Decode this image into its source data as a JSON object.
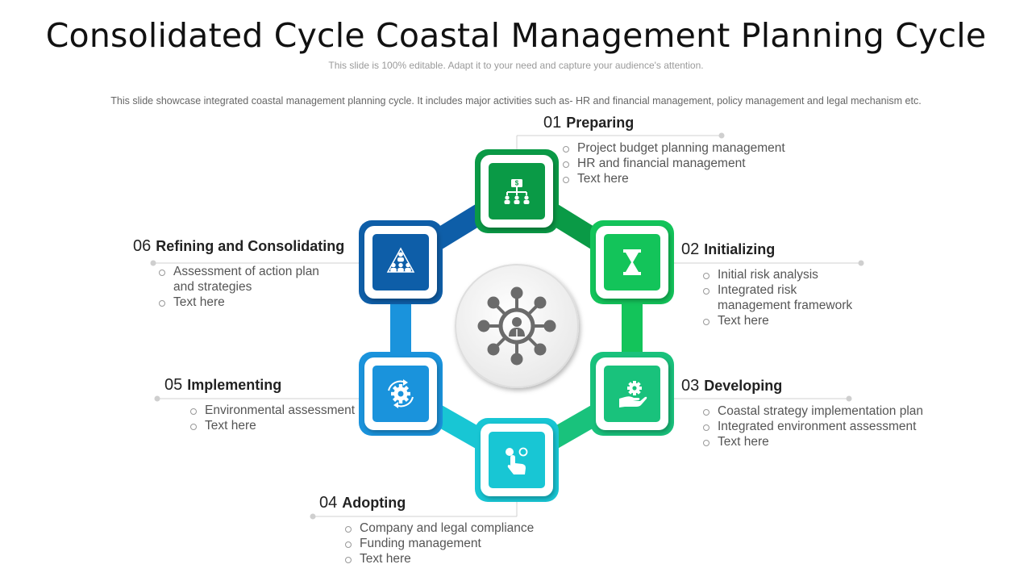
{
  "header": {
    "title": "Consolidated Cycle Coastal Management Planning Cycle",
    "subtitle": "This slide is 100% editable. Adapt it to your need and capture your audience's attention.",
    "description": "This slide showcase integrated coastal management planning cycle. It includes major activities such as- HR and financial management, policy management and legal mechanism etc."
  },
  "colors": {
    "step1": "#0a9a46",
    "step2": "#13c45a",
    "step3": "#19c27c",
    "step4": "#18c6d4",
    "step5": "#1a93dc",
    "step6": "#0e5ea8",
    "hub_icon": "#6b6b6b"
  },
  "steps": [
    {
      "number": "01",
      "title": "Preparing",
      "icon": "hierarchy-dollar-icon",
      "items": [
        [
          "Project budget planning management"
        ],
        [
          "HR and financial management"
        ],
        [
          "Text here"
        ]
      ]
    },
    {
      "number": "02",
      "title": "Initializing",
      "icon": "hourglass-icon",
      "items": [
        [
          "Initial risk analysis"
        ],
        [
          "Integrated risk",
          "management framework"
        ],
        [
          "Text here"
        ]
      ]
    },
    {
      "number": "03",
      "title": "Developing",
      "icon": "hand-gear-icon",
      "items": [
        [
          "Coastal strategy implementation plan"
        ],
        [
          "Integrated environment assessment"
        ],
        [
          "Text here"
        ]
      ]
    },
    {
      "number": "04",
      "title": "Adopting",
      "icon": "hand-tap-icon",
      "items": [
        [
          "Company and legal compliance"
        ],
        [
          "Funding management"
        ],
        [
          "Text here"
        ]
      ]
    },
    {
      "number": "05",
      "title": "Implementing",
      "icon": "gear-refresh-icon",
      "items": [
        [
          "Environmental assessment"
        ],
        [
          "Text here"
        ]
      ]
    },
    {
      "number": "06",
      "title": "Refining and Consolidating",
      "icon": "team-pyramid-icon",
      "items": [
        [
          "Assessment of action plan",
          "and strategies"
        ],
        [
          "Text here"
        ]
      ]
    }
  ],
  "hub": {
    "icon": "network-person-icon"
  }
}
